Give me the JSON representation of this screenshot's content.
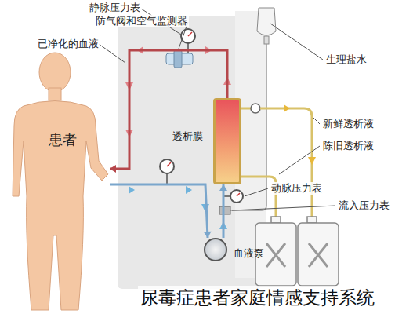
{
  "diagram": {
    "caption": "尿毒症患者家庭情感支持系统",
    "nodes": [
      {
        "text": [
          "患者"
        ]
      },
      {
        "text": [
          "透析膜"
        ]
      },
      {
        "text": [
          "血液泵"
        ]
      }
    ],
    "edges": [
      {
        "from": 0,
        "to": 2,
        "arrow": "to"
      },
      {
        "from": 2,
        "to": 1,
        "arrow": "to"
      },
      {
        "from": 1,
        "to": 0,
        "arrow": "to"
      }
    ],
    "labels": [
      "静脉压力表",
      "防气阀和空气监测器",
      "已净化的血液",
      "生理盐水",
      "新鲜透析液",
      "陈旧透析液",
      "动脉压力表",
      "流入压力表"
    ]
  }
}
